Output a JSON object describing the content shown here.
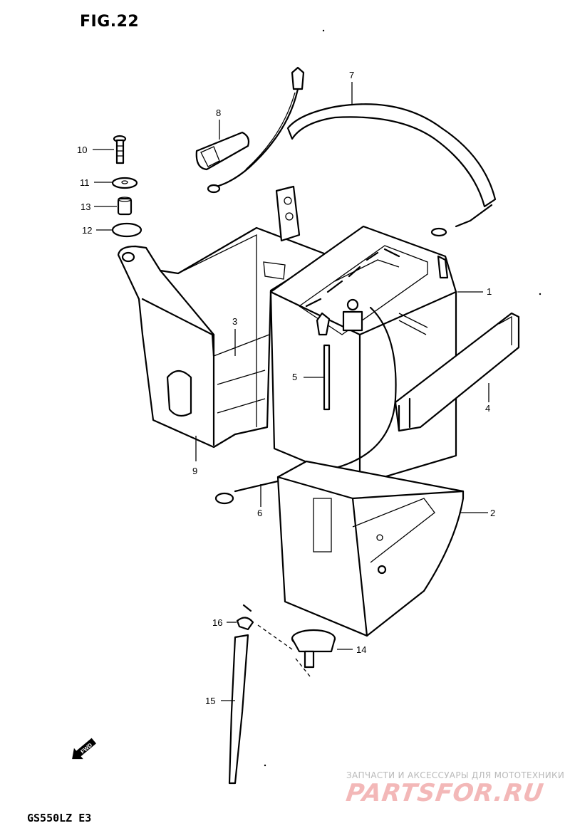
{
  "figure": {
    "title": "FIG.22",
    "model": "GS550LZ E3"
  },
  "parts": [
    {
      "num": "1"
    },
    {
      "num": "2"
    },
    {
      "num": "3"
    },
    {
      "num": "4"
    },
    {
      "num": "5"
    },
    {
      "num": "6"
    },
    {
      "num": "7"
    },
    {
      "num": "8"
    },
    {
      "num": "9"
    },
    {
      "num": "10"
    },
    {
      "num": "11"
    },
    {
      "num": "12"
    },
    {
      "num": "13"
    },
    {
      "num": "14"
    },
    {
      "num": "15"
    },
    {
      "num": "16"
    }
  ],
  "direction_arrow": {
    "label": "FWD",
    "icon": "forward-arrow-icon"
  },
  "watermark": {
    "caption": "ЗАПЧАСТИ И АКСЕССУАРЫ ДЛЯ МОТОТЕХНИКИ",
    "brand": "PARTSFOR.RU",
    "color": "#f3b8b8"
  }
}
